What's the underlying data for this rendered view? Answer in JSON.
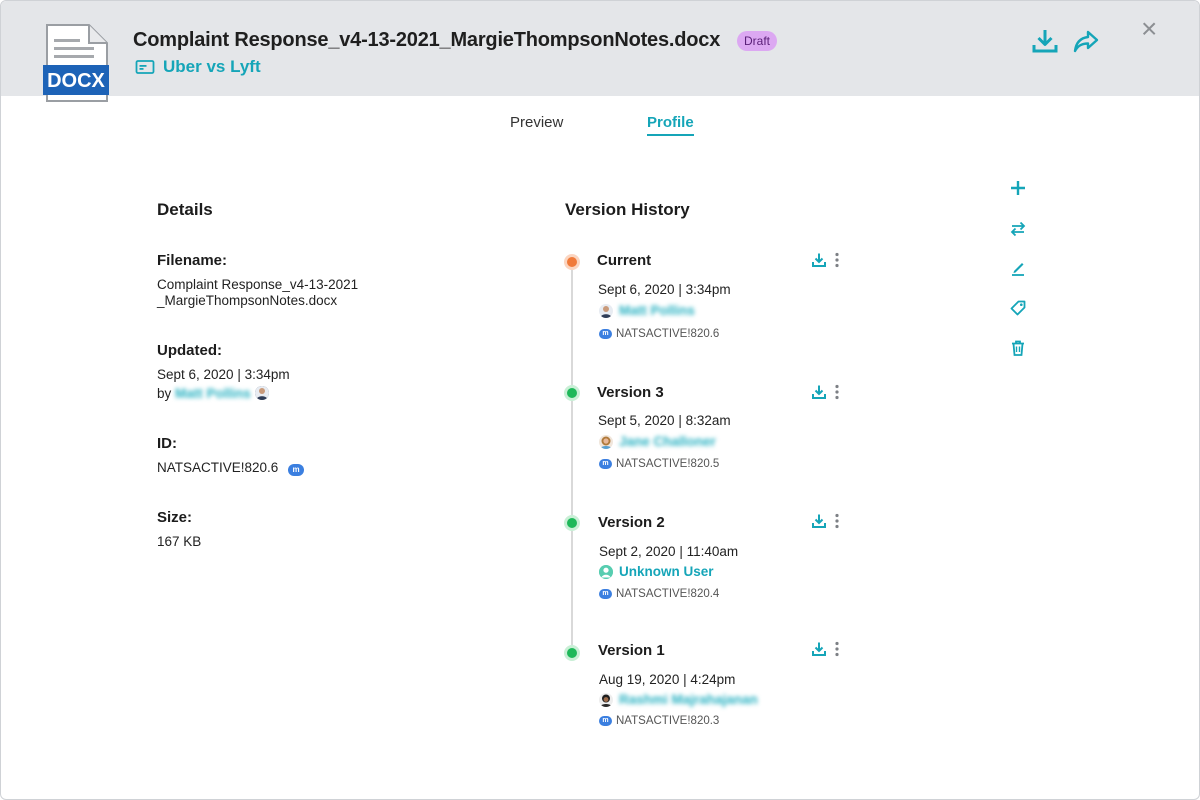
{
  "header": {
    "file_type": "DOCX",
    "title": "Complaint Response_v4-13-2021_MargieThompsonNotes.docx",
    "badge": "Draft",
    "matter": "Uber vs Lyft",
    "icons": [
      "download-icon",
      "share-icon",
      "close-icon"
    ],
    "close_glyph": "×"
  },
  "tabs": [
    {
      "label": "Preview",
      "active": false
    },
    {
      "label": "Profile",
      "active": true
    }
  ],
  "details": {
    "title": "Details",
    "filename_label": "Filename:",
    "filename_line1": "Complaint  Response_v4-13-2021",
    "filename_line2": "_MargieThompsonNotes.docx",
    "updated_label": "Updated:",
    "updated_value": "Sept 6, 2020 | 3:34pm",
    "updated_by_prefix": "by",
    "updated_by_name": "Matt Pollins",
    "id_label": "ID:",
    "id_value": "NATSACTIVE!820.6",
    "size_label": "Size:",
    "size_value": "167 KB"
  },
  "versions": {
    "title": "Version History",
    "items": [
      {
        "name": "Current",
        "date": "Sept 6, 2020 | 3:34pm",
        "user": "Matt Pollins",
        "id": "NATSACTIVE!820.6",
        "status": "current"
      },
      {
        "name": "Version 3",
        "date": "Sept 5, 2020 | 8:32am",
        "user": "Jane Challoner",
        "id": "NATSACTIVE!820.5",
        "status": "past"
      },
      {
        "name": "Version 2",
        "date": "Sept 2, 2020 | 11:40am",
        "user": "Unknown User",
        "id": "NATSACTIVE!820.4",
        "status": "past"
      },
      {
        "name": "Version 1",
        "date": "Aug 19, 2020 | 4:24pm",
        "user": "Rashmi Majrahajanan",
        "id": "NATSACTIVE!820.3",
        "status": "past"
      }
    ]
  },
  "side_tools": [
    "add-icon",
    "swap-icon",
    "edit-icon",
    "tag-icon",
    "trash-icon"
  ],
  "colors": {
    "accent": "#15a5b8",
    "header_bg": "#e4e6e9",
    "current_dot": "#f07a3a",
    "past_dot": "#1fb85a",
    "badge_bg": "#dca8f2",
    "docx_blue": "#1d63b7"
  }
}
